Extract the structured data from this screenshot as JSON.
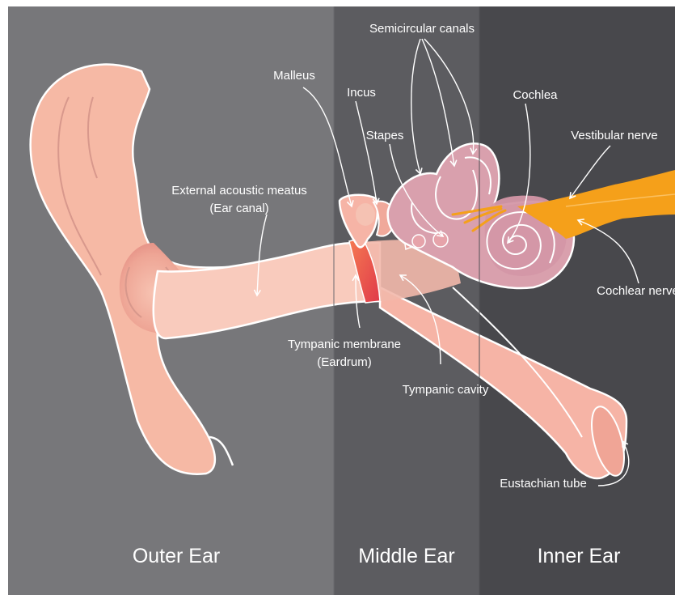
{
  "regions": {
    "outer": "Outer Ear",
    "middle": "Middle Ear",
    "inner": "Inner Ear"
  },
  "labels": {
    "semicircular_canals": "Semicircular canals",
    "malleus": "Malleus",
    "incus": "Incus",
    "cochlea": "Cochlea",
    "stapes": "Stapes",
    "vestibular_nerve": "Vestibular nerve",
    "external_meatus_line1": "External acoustic meatus",
    "external_meatus_line2": "(Ear canal)",
    "cochlear_nerve": "Cochlear nerve",
    "tympanic_membrane_line1": "Tympanic membrane",
    "tympanic_membrane_line2": "(Eardrum)",
    "tympanic_cavity": "Tympanic cavity",
    "eustachian_tube": "Eustachian tube"
  },
  "colors": {
    "outer_bg": "#77777a",
    "middle_bg": "#5c5c60",
    "inner_bg": "#48484c",
    "skin": "#f6b9a5",
    "skin_shadow": "#e89a8c",
    "canal": "#f9cbbd",
    "labyrinth": "#d9a0ad",
    "nerve": "#f5a01a",
    "eardrum": "#e8504a"
  }
}
